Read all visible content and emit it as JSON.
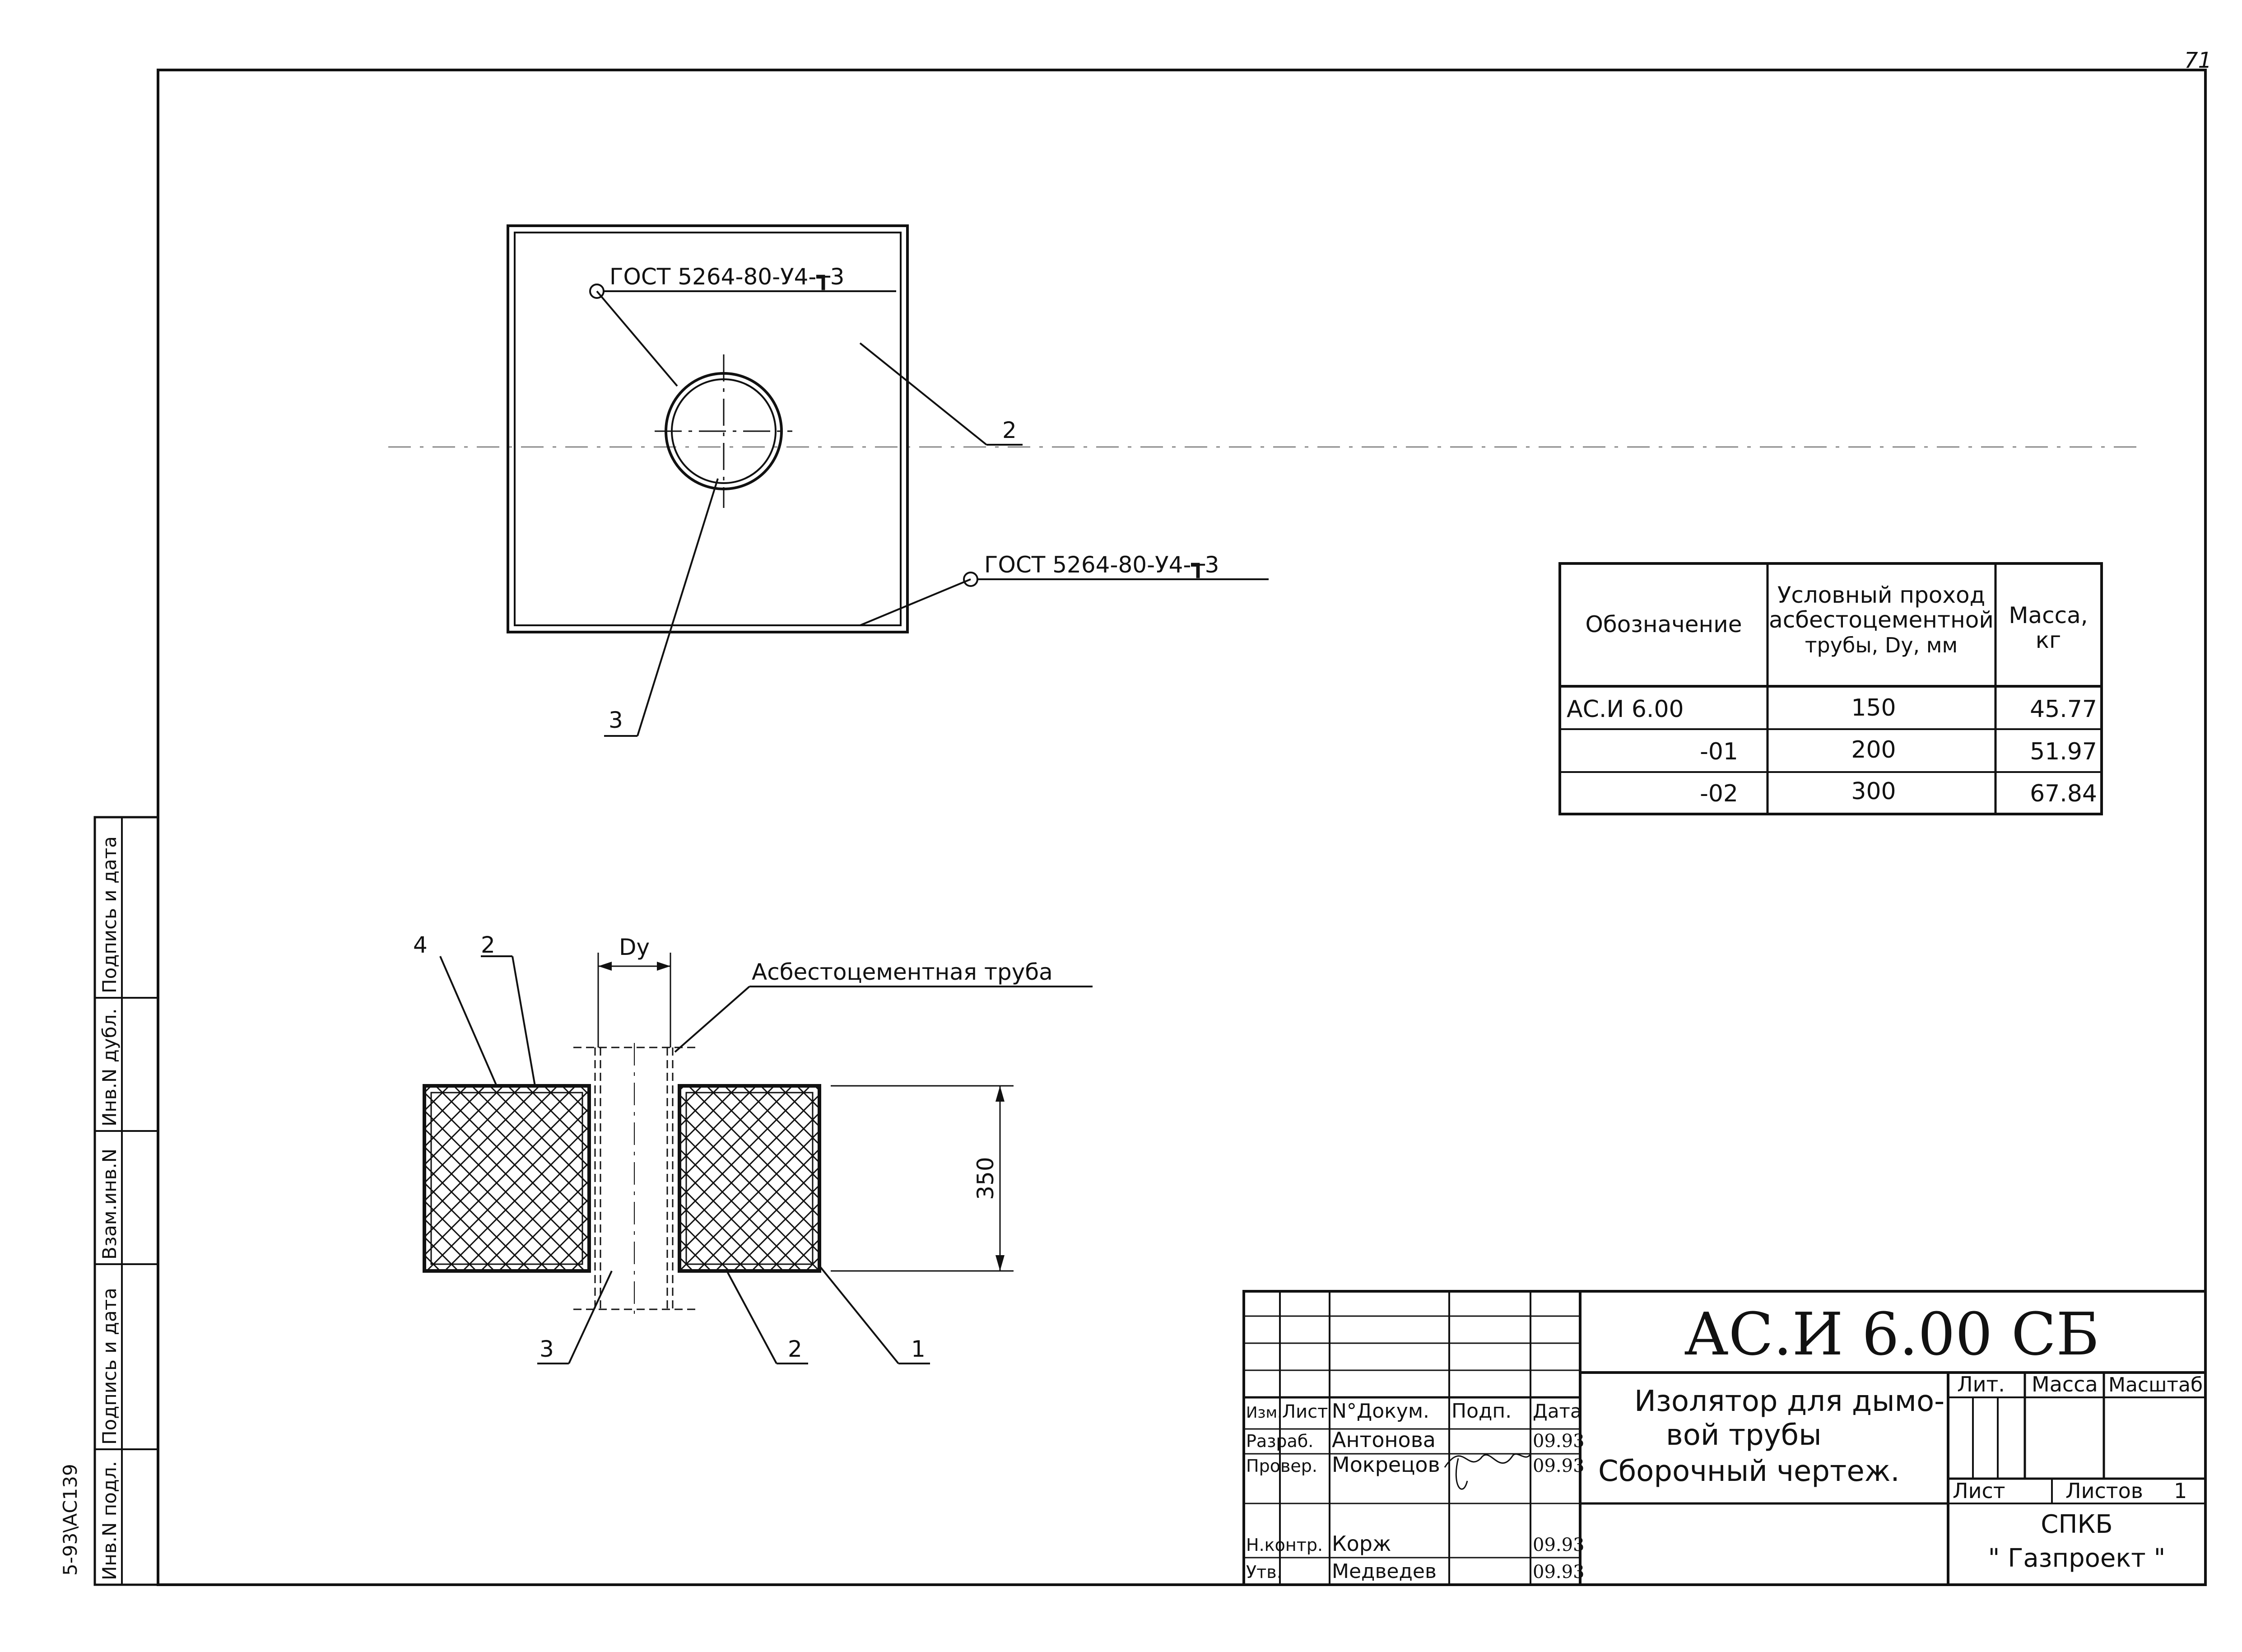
{
  "sheet_number": "71",
  "top_view": {
    "weld_label_1": "ГОСТ 5264-80-У4-┱3",
    "weld_label_2": "ГОСТ 5264-80-У4-┱3",
    "pos_2": "2",
    "pos_3": "3"
  },
  "section_view": {
    "pos_4": "4",
    "pos_2_top": "2",
    "dim_dy": "Dy",
    "pipe_label": "Асбестоцементная труба",
    "dim_height": "350",
    "pos_3": "3",
    "pos_2_bottom": "2",
    "pos_1": "1"
  },
  "spec_table": {
    "headers": [
      "Обозначение",
      "Условный проход асбестоцементной трубы, Dy, мм",
      "Масса, кг"
    ],
    "header_lines": {
      "col1": [
        "Обозначение"
      ],
      "col2": [
        "Условный проход",
        "асбестоцементной",
        "трубы, Dy, мм"
      ],
      "col3": [
        "Масса,",
        "кг"
      ]
    },
    "rows": [
      {
        "designation": "АС.И 6.00",
        "dy": "150",
        "mass": "45.77"
      },
      {
        "designation": "-01",
        "dy": "200",
        "mass": "51.97"
      },
      {
        "designation": "-02",
        "dy": "300",
        "mass": "67.84"
      }
    ]
  },
  "side_stamp": {
    "labels": [
      "Инв.N подл.",
      "Подпись и дата",
      "Взам.инв.N",
      "Инв.N дубл.",
      "Подпись и дата"
    ],
    "code": "5-93\\АС139"
  },
  "title_block": {
    "doc_code": "АС.И 6.00 СБ",
    "title_lines": [
      "Изолятор для дымо-",
      "вой трубы",
      "Сборочный чертеж."
    ],
    "header_cells": [
      "Изм.",
      "Лист",
      "N°Докум.",
      "Подп.",
      "Дата"
    ],
    "people": [
      {
        "role": "Разраб.",
        "name": "Антонова",
        "date": "09.93"
      },
      {
        "role": "Провер.",
        "name": "Мокрецов",
        "date": "09.93"
      },
      {
        "role": "Н.контр.",
        "name": "Корж",
        "date": "09.93"
      },
      {
        "role": "Утв.",
        "name": "Медведев",
        "date": "09.93"
      }
    ],
    "lit_label": "Лит.",
    "mass_label": "Масса",
    "scale_label": "Масштаб",
    "sheet_label": "Лист",
    "sheets_label": "Листов",
    "sheets_value": "1",
    "org_line1": "СПКБ",
    "org_line2": "\" Газпроект \""
  }
}
